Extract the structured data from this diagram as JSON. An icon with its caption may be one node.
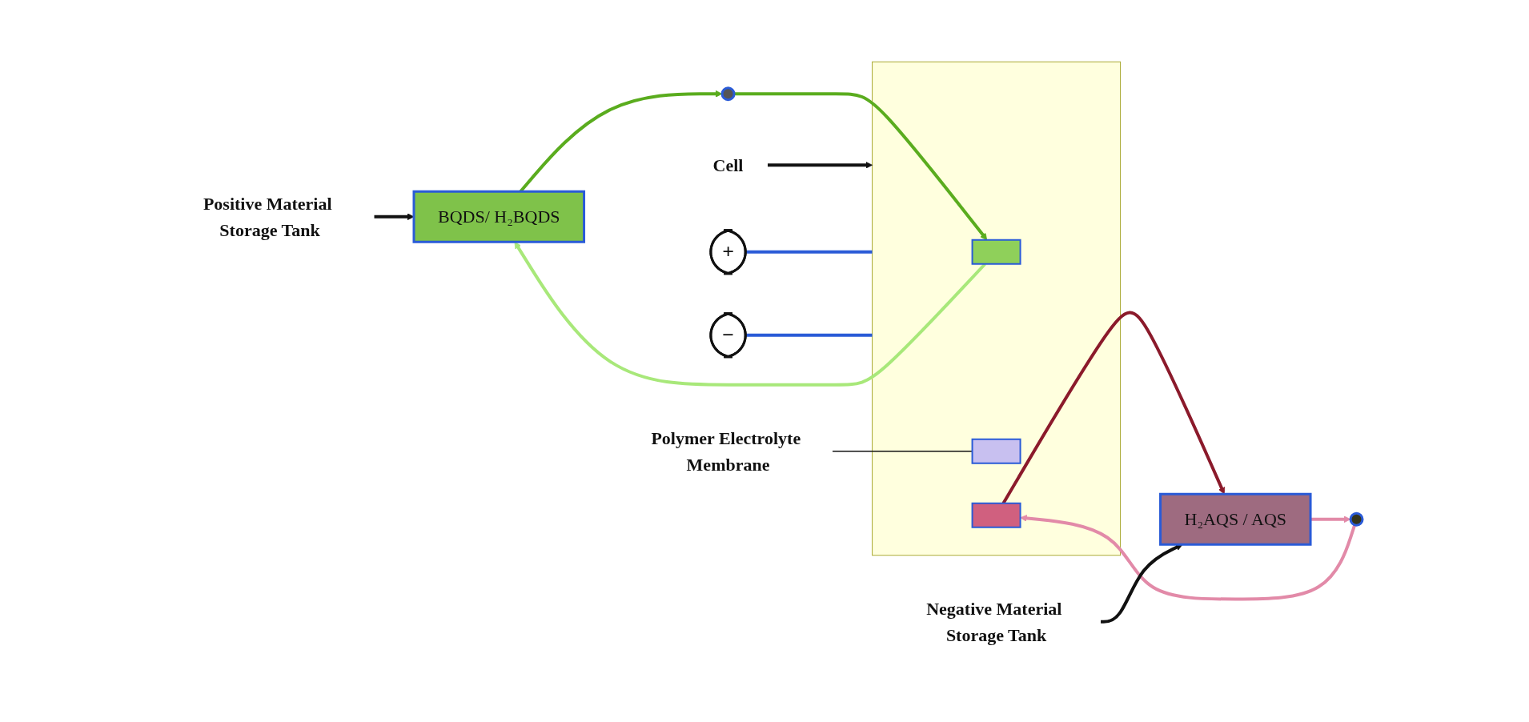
{
  "diagram": {
    "nodes": [
      {
        "text": [
          "Positive Material Storage Tank"
        ]
      },
      {
        "text": [
          "BQDS/ H₂BQDS"
        ]
      },
      {
        "text": [
          "Cell"
        ]
      },
      {
        "text": [],
        "shape": "box"
      },
      {
        "text": [],
        "shape": "box",
        "in": 3
      },
      {
        "text": [],
        "shape": "bar",
        "in": 3
      },
      {
        "text": [],
        "shape": "box",
        "in": 3
      },
      {
        "text": [
          "Polymer Electrolyte Membrane"
        ]
      },
      {
        "text": [
          "+"
        ]
      },
      {
        "text": [
          "−"
        ]
      },
      {
        "text": [
          "H₂AQS / AQS"
        ]
      },
      {
        "text": [
          "Negative Material Storage Tank"
        ]
      },
      {
        "text": [],
        "shape": "circle"
      },
      {
        "text": [],
        "shape": "circle"
      }
    ],
    "edges": [
      {
        "from": 0,
        "to": 1,
        "arrow": "to"
      },
      {
        "from": 2,
        "to": 3,
        "arrow": "to"
      },
      {
        "from": 4,
        "to": 1,
        "arrow": "to",
        "color": "#a8e87a"
      },
      {
        "from": 6,
        "to": 10,
        "arrow": "to",
        "color": "#8b1a2b"
      },
      {
        "from": 1,
        "to": 12,
        "arrow": "to",
        "color": "#5aac1e"
      },
      {
        "from": 12,
        "to": 4,
        "arrow": "to",
        "color": "#5aac1e"
      },
      {
        "from": 10,
        "to": 13,
        "arrow": "to",
        "color": "#e28aa8"
      },
      {
        "from": 13,
        "to": 6,
        "arrow": "to",
        "color": "#e28aa8"
      },
      {
        "from": 7,
        "to": 5,
        "arrow": "none",
        "color": "#111111"
      },
      {
        "from": 8,
        "to": 3,
        "arrow": "none",
        "color": "#2a5bd7"
      },
      {
        "from": 9,
        "to": 3,
        "arrow": "none",
        "color": "#2a5bd7"
      },
      {
        "from": 11,
        "to": 10,
        "arrow": "to"
      }
    ]
  }
}
